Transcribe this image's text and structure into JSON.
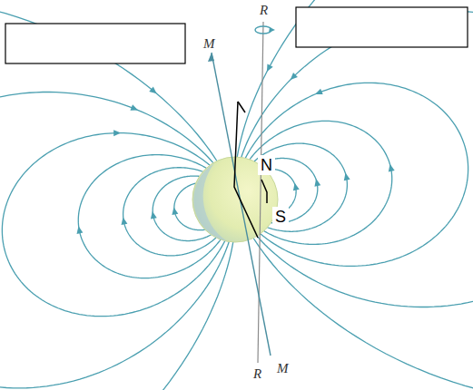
{
  "diagram": {
    "labels": [
      "R",
      "M",
      "N",
      "S",
      "R",
      "M"
    ]
  }
}
